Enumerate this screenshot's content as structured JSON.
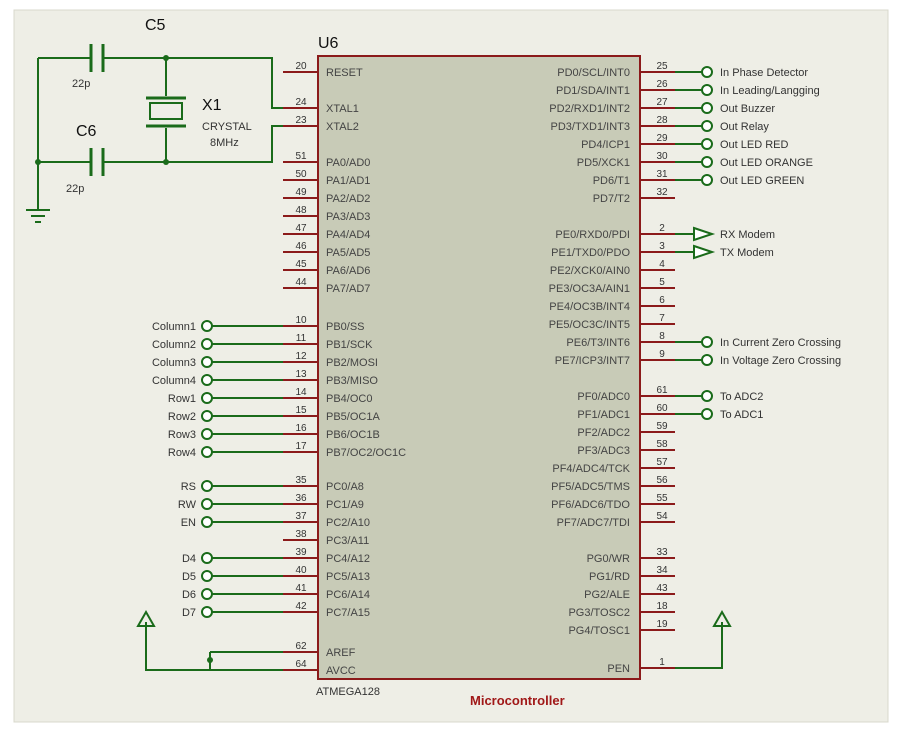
{
  "colors": {
    "background": "#eeeee6",
    "wire": "#1a6b1a",
    "chip_fill": "#c8cbb7",
    "chip_border": "#8b1a1a",
    "title": "#a01818"
  },
  "chip": {
    "ref": "U6",
    "part": "ATMEGA128",
    "left_pins": [
      {
        "num": "20",
        "name": "RESET"
      },
      {
        "num": "24",
        "name": "XTAL1"
      },
      {
        "num": "23",
        "name": "XTAL2"
      },
      {
        "num": "51",
        "name": "PA0/AD0"
      },
      {
        "num": "50",
        "name": "PA1/AD1"
      },
      {
        "num": "49",
        "name": "PA2/AD2"
      },
      {
        "num": "48",
        "name": "PA3/AD3"
      },
      {
        "num": "47",
        "name": "PA4/AD4"
      },
      {
        "num": "46",
        "name": "PA5/AD5"
      },
      {
        "num": "45",
        "name": "PA6/AD6"
      },
      {
        "num": "44",
        "name": "PA7/AD7"
      },
      {
        "num": "10",
        "name": "PB0/SS"
      },
      {
        "num": "11",
        "name": "PB1/SCK"
      },
      {
        "num": "12",
        "name": "PB2/MOSI"
      },
      {
        "num": "13",
        "name": "PB3/MISO"
      },
      {
        "num": "14",
        "name": "PB4/OC0"
      },
      {
        "num": "15",
        "name": "PB5/OC1A"
      },
      {
        "num": "16",
        "name": "PB6/OC1B"
      },
      {
        "num": "17",
        "name": "PB7/OC2/OC1C"
      },
      {
        "num": "35",
        "name": "PC0/A8"
      },
      {
        "num": "36",
        "name": "PC1/A9"
      },
      {
        "num": "37",
        "name": "PC2/A10"
      },
      {
        "num": "38",
        "name": "PC3/A11"
      },
      {
        "num": "39",
        "name": "PC4/A12"
      },
      {
        "num": "40",
        "name": "PC5/A13"
      },
      {
        "num": "41",
        "name": "PC6/A14"
      },
      {
        "num": "42",
        "name": "PC7/A15"
      },
      {
        "num": "62",
        "name": "AREF"
      },
      {
        "num": "64",
        "name": "AVCC"
      }
    ],
    "right_pins": [
      {
        "num": "25",
        "name": "PD0/SCL/INT0"
      },
      {
        "num": "26",
        "name": "PD1/SDA/INT1"
      },
      {
        "num": "27",
        "name": "PD2/RXD1/INT2"
      },
      {
        "num": "28",
        "name": "PD3/TXD1/INT3"
      },
      {
        "num": "29",
        "name": "PD4/ICP1"
      },
      {
        "num": "30",
        "name": "PD5/XCK1"
      },
      {
        "num": "31",
        "name": "PD6/T1"
      },
      {
        "num": "32",
        "name": "PD7/T2"
      },
      {
        "num": "2",
        "name": "PE0/RXD0/PDI"
      },
      {
        "num": "3",
        "name": "PE1/TXD0/PDO"
      },
      {
        "num": "4",
        "name": "PE2/XCK0/AIN0"
      },
      {
        "num": "5",
        "name": "PE3/OC3A/AIN1"
      },
      {
        "num": "6",
        "name": "PE4/OC3B/INT4"
      },
      {
        "num": "7",
        "name": "PE5/OC3C/INT5"
      },
      {
        "num": "8",
        "name": "PE6/T3/INT6"
      },
      {
        "num": "9",
        "name": "PE7/ICP3/INT7"
      },
      {
        "num": "61",
        "name": "PF0/ADC0"
      },
      {
        "num": "60",
        "name": "PF1/ADC1"
      },
      {
        "num": "59",
        "name": "PF2/ADC2"
      },
      {
        "num": "58",
        "name": "PF3/ADC3"
      },
      {
        "num": "57",
        "name": "PF4/ADC4/TCK"
      },
      {
        "num": "56",
        "name": "PF5/ADC5/TMS"
      },
      {
        "num": "55",
        "name": "PF6/ADC6/TDO"
      },
      {
        "num": "54",
        "name": "PF7/ADC7/TDI"
      },
      {
        "num": "33",
        "name": "PG0/WR"
      },
      {
        "num": "34",
        "name": "PG1/RD"
      },
      {
        "num": "43",
        "name": "PG2/ALE"
      },
      {
        "num": "18",
        "name": "PG3/TOSC2"
      },
      {
        "num": "19",
        "name": "PG4/TOSC1"
      },
      {
        "num": "1",
        "name": "PEN"
      }
    ]
  },
  "components": {
    "c5": {
      "ref": "C5",
      "value": "22p"
    },
    "c6": {
      "ref": "C6",
      "value": "22p"
    },
    "x1": {
      "ref": "X1",
      "type": "CRYSTAL",
      "value": "8MHz"
    }
  },
  "right_terminals": [
    "In Phase Detector",
    "In Leading/Langging",
    "Out Buzzer",
    "Out Relay",
    "Out LED RED",
    "Out LED ORANGE",
    "Out LED GREEN"
  ],
  "modem_terminals": [
    "RX Modem",
    "TX Modem"
  ],
  "zero_cross_terminals": [
    "In Current Zero Crossing",
    "In Voltage Zero Crossing"
  ],
  "adc_terminals": [
    "To ADC2",
    "To ADC1"
  ],
  "left_terminals_pb": [
    "Column1",
    "Column2",
    "Column3",
    "Column4",
    "Row1",
    "Row2",
    "Row3",
    "Row4"
  ],
  "left_terminals_pc_lcd": [
    "RS",
    "RW",
    "EN"
  ],
  "left_terminals_pc_data": [
    "D4",
    "D5",
    "D6",
    "D7"
  ],
  "caption": "Microcontroller"
}
